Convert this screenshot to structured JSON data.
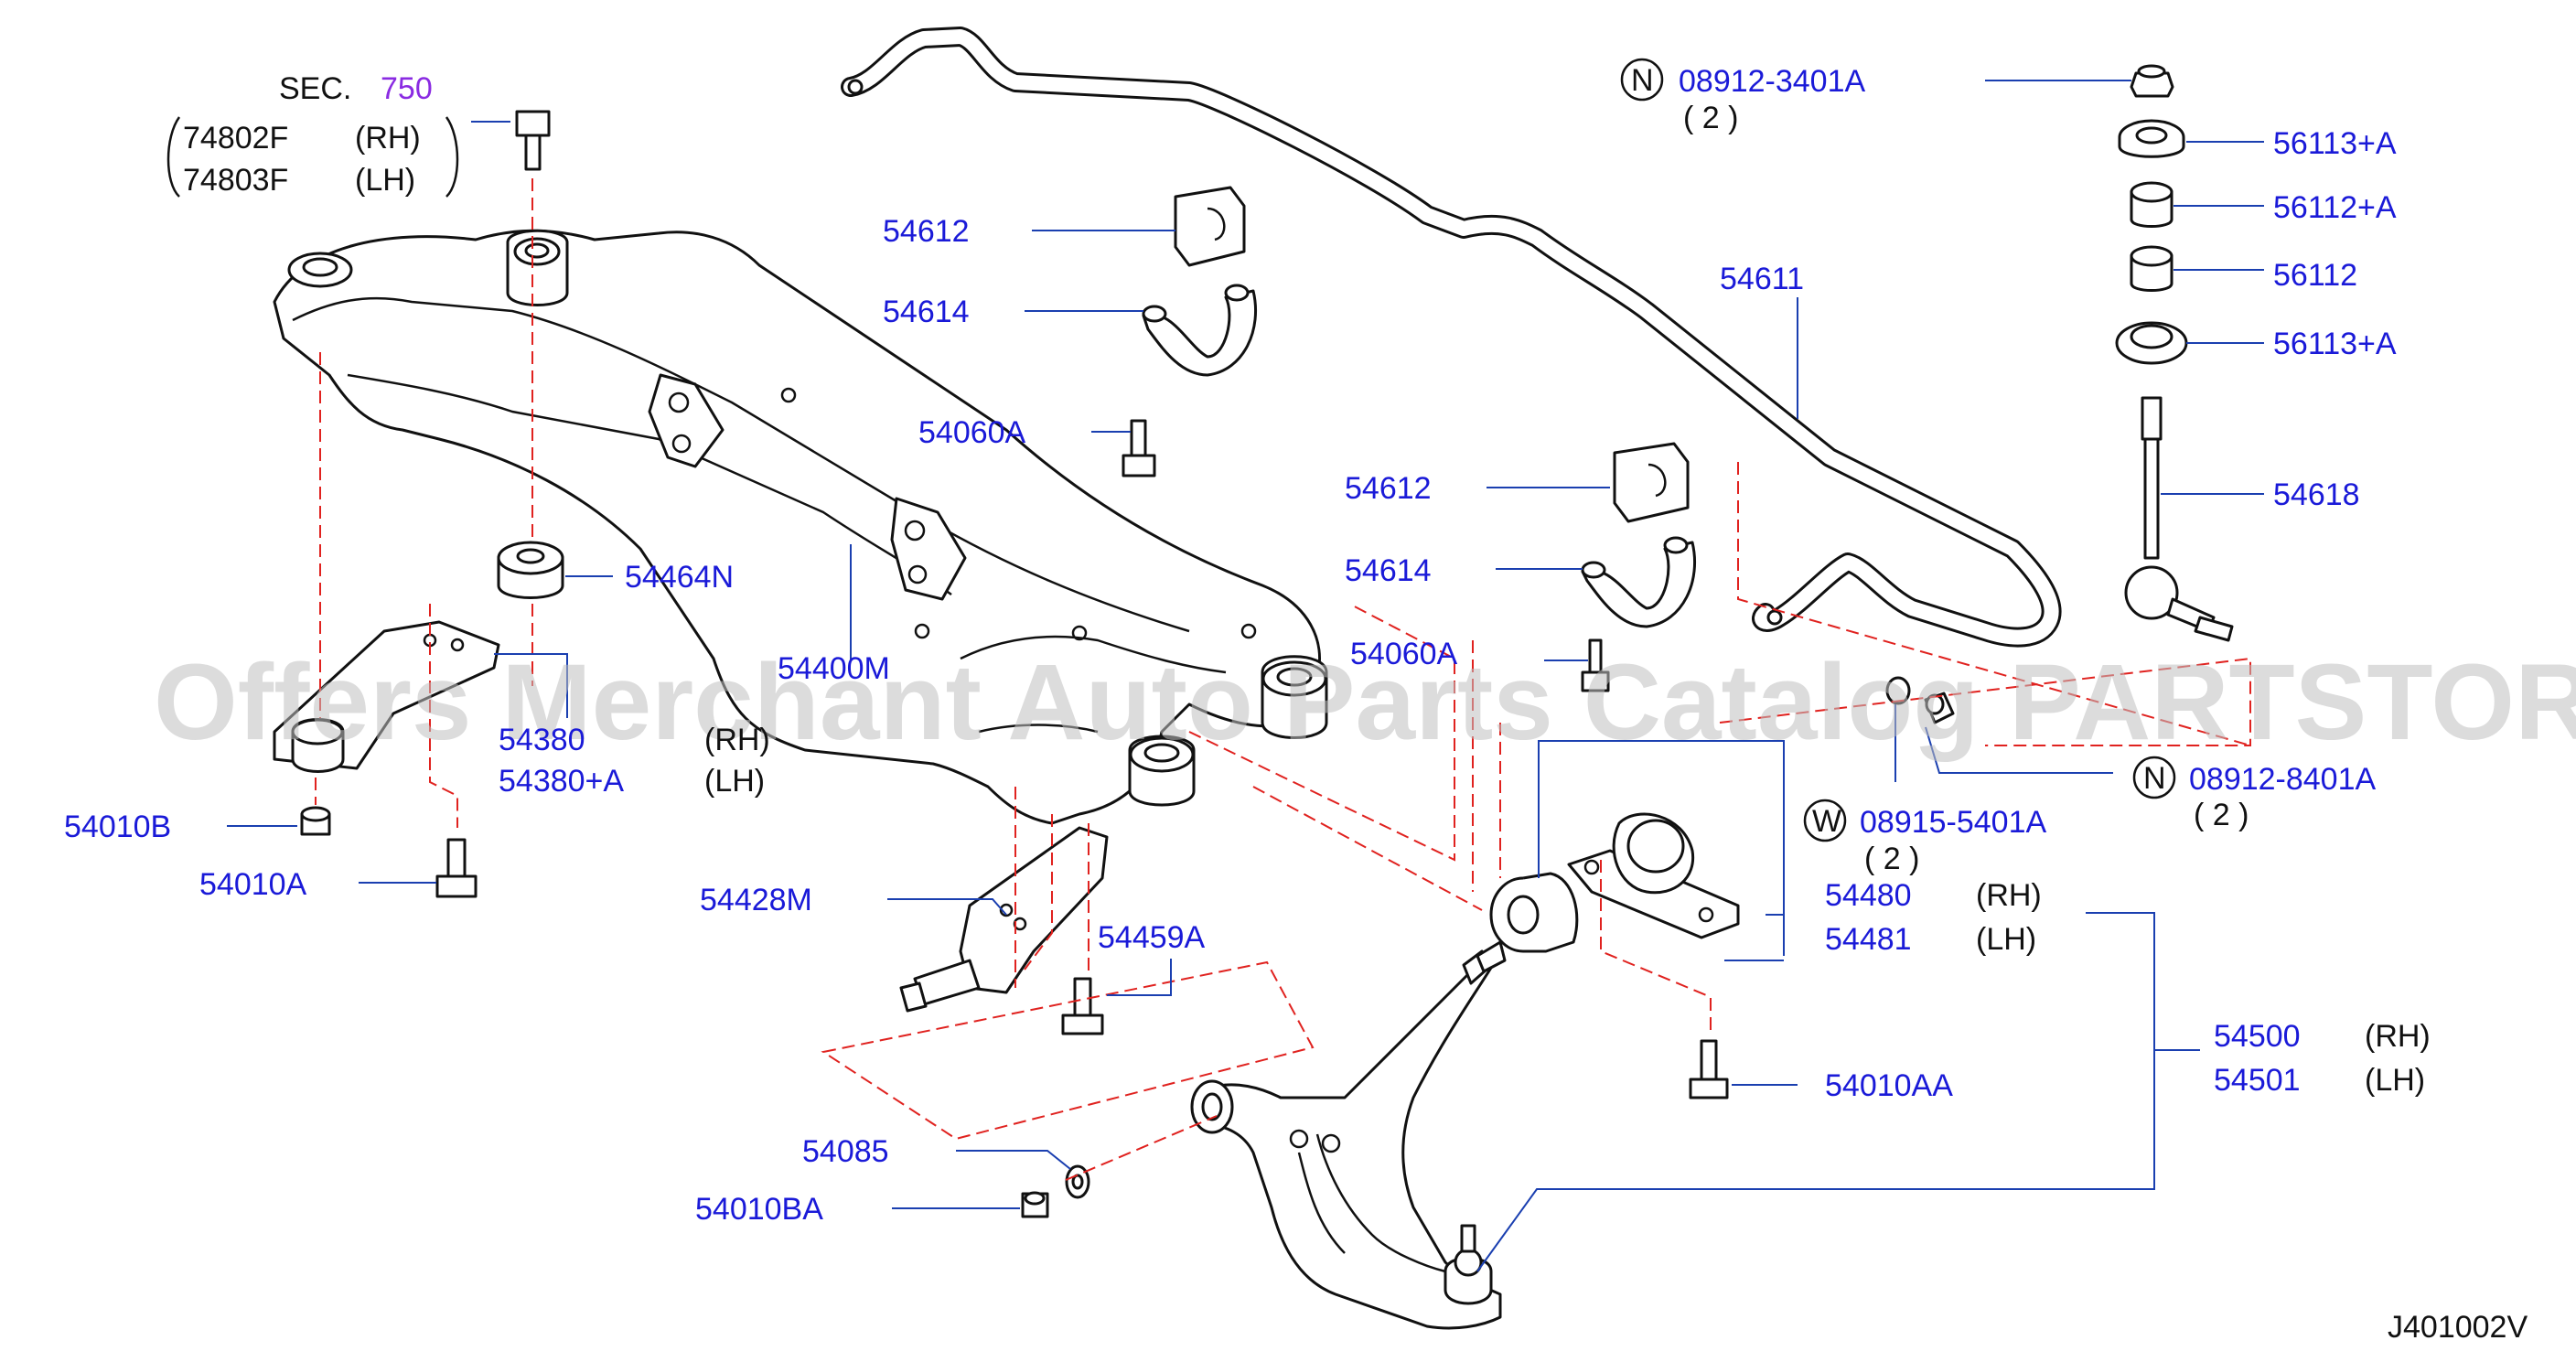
{
  "diagram": {
    "ref_code": "J401002V",
    "watermark": "Offers Merchant Auto Parts Catalog PARTSTORE.SA",
    "colors": {
      "part_number": "#1a1ad8",
      "text": "#111111",
      "leader": "#1a3fb0",
      "dashed": "#e0221f",
      "section_ref": "#8a2be2"
    },
    "sec_ref": {
      "prefix": "SEC.",
      "number": "750",
      "items": [
        {
          "pn": "74802F",
          "side": "(RH)"
        },
        {
          "pn": "74803F",
          "side": "(LH)"
        }
      ]
    },
    "labels": {
      "l54612a": "54612",
      "l54614a": "54614",
      "l54060Aa": "54060A",
      "l54464N": "54464N",
      "l54400M": "54400M",
      "l54380": "54380",
      "l54380_side": "(RH)",
      "l54380A": "54380+A",
      "l54380A_side": "(LH)",
      "l54010B": "54010B",
      "l54010A": "54010A",
      "l54428M": "54428M",
      "l54459A": "54459A",
      "l54085": "54085",
      "l54010BA": "54010BA",
      "l54612b": "54612",
      "l54614b": "54614",
      "l54060Ab": "54060A",
      "l54611": "54611",
      "n1_badge": "N",
      "n1_pn": "08912-3401A",
      "n1_qty": "( 2  )",
      "l56113A_1": "56113+A",
      "l56112A": "56112+A",
      "l56112": "56112",
      "l56113A_2": "56113+A",
      "l54618": "54618",
      "n2_badge": "N",
      "n2_pn": "08912-8401A",
      "n2_qty": "( 2  )",
      "w_badge": "W",
      "w_pn": "08915-5401A",
      "w_qty": "( 2  )",
      "l54480": "54480",
      "l54480_side": "(RH)",
      "l54481": "54481",
      "l54481_side": "(LH)",
      "l54010AA": "54010AA",
      "l54500": "54500",
      "l54500_side": "(RH)",
      "l54501": "54501",
      "l54501_side": "(LH)"
    }
  }
}
